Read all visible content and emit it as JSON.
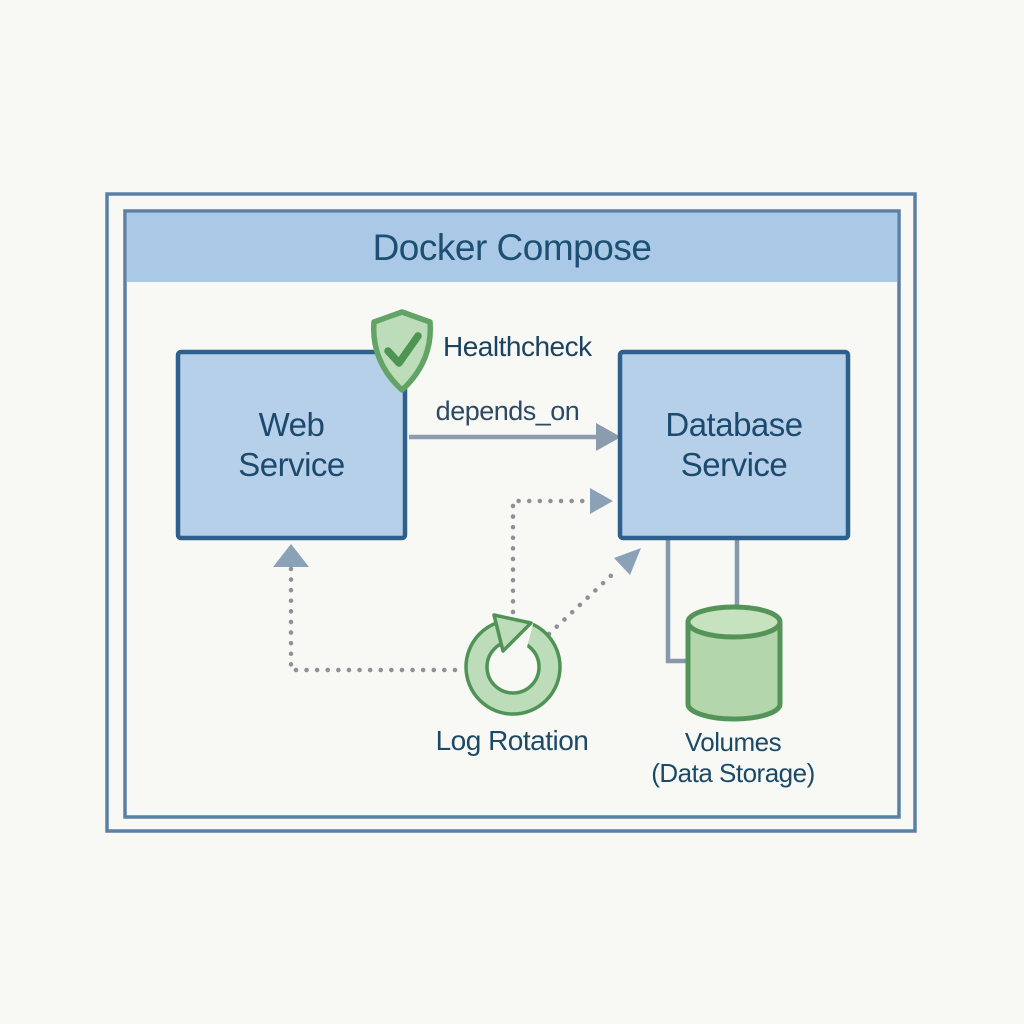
{
  "diagram": {
    "title": "Docker Compose",
    "type": "architecture-diagram",
    "nodes": {
      "web": {
        "label": "Web Service",
        "shape": "rectangle"
      },
      "db": {
        "label": "Database Service",
        "shape": "rectangle"
      },
      "volumes": {
        "label_line1": "Volumes",
        "label_line2": "(Data Storage)",
        "icon": "database-cylinder-icon"
      },
      "log_rotation": {
        "label": "Log Rotation",
        "icon": "circular-arrow-icon"
      },
      "healthcheck": {
        "label": "Healthcheck",
        "icon": "shield-check-icon"
      }
    },
    "edges": [
      {
        "from": "web",
        "to": "db",
        "label": "depends_on",
        "style": "solid-arrow"
      },
      {
        "from": "log_rotation",
        "to": "web",
        "style": "dotted-arrow"
      },
      {
        "from": "log_rotation",
        "to": "db",
        "style": "dotted-arrow",
        "note": "two dotted arrows: one elbow into left edge, one diagonal into bottom-left corner"
      },
      {
        "from": "db",
        "to": "volumes",
        "style": "solid-line",
        "note": "two plain connector lines"
      }
    ],
    "labels": {
      "depends_on": "depends_on"
    },
    "colors": {
      "background": "#f8f8f5",
      "frame_border": "#5b80a5",
      "title_band_fill": "#a9c9e6",
      "title_text": "#1d4f72",
      "node_fill": "#b6d0e9",
      "node_border": "#2d608c",
      "node_text": "#1c4a6e",
      "green_fill": "#bcdcba",
      "green_border": "#559459",
      "cylinder_fill": "#b3d6ac",
      "cylinder_top_fill": "#c6e2bf",
      "solid_arrow": "#8a9cae",
      "dotted_line": "#8d9298",
      "arrowhead": "#8ba1b8"
    }
  }
}
